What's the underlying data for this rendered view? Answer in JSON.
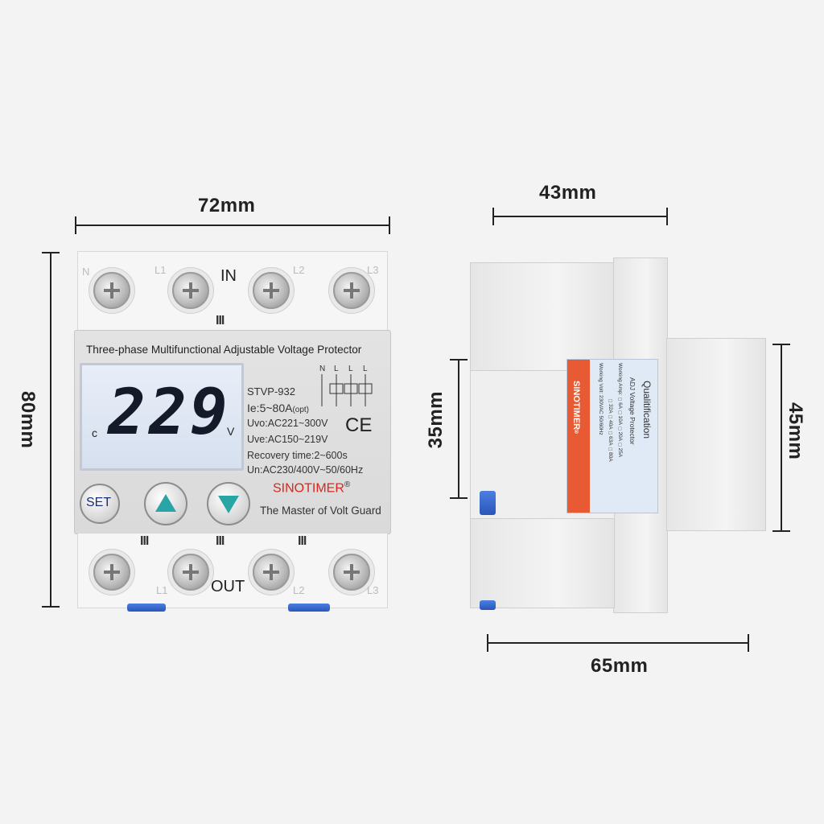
{
  "dimensions": {
    "front_width": "72mm",
    "front_height": "80mm",
    "side_top": "43mm",
    "side_left": "35mm",
    "side_right": "45mm",
    "side_bottom": "65mm"
  },
  "terminals": {
    "top_caption": "IN",
    "bottom_caption": "OUT",
    "top_labels": [
      "N",
      "L1",
      "L2",
      "L3"
    ],
    "bottom_labels": [
      "L1",
      "L2",
      "L3"
    ],
    "slot_mark": "III"
  },
  "panel": {
    "title": "Three-phase Multifunctional Adjustable Voltage Protector",
    "display": {
      "value": "229",
      "left_unit": "c",
      "right_unit": "V"
    },
    "specs": {
      "model": "STVP-932",
      "current_prefix": "Ie:5~80A",
      "current_suffix": "(opt)",
      "uvo": "Uvo:AC221~300V",
      "uve": "Uve:AC150~219V",
      "recovery": "Recovery time:2~600s",
      "un": "Un:AC230/400V~50/60Hz"
    },
    "wiring_labels": [
      "N",
      "L",
      "L",
      "L"
    ],
    "ce_mark": "CE",
    "brand": "SINOTIMER",
    "brand_mark": "®",
    "slogan": "The Master of Volt Guard",
    "buttons": {
      "set": "SET"
    }
  },
  "side_label": {
    "brand": "SINOTIMER",
    "brand_mark": "®",
    "heading": "Qualitification",
    "subheading": "ADJ Voltage Protector",
    "amp_label": "Working Amp:",
    "amp_row1": "□6A □10A □20A □25A",
    "amp_row2": "□32A □40A □63A □80A",
    "volt_label": "Working Volt:",
    "volt_value": "230VAC 50/60Hz"
  },
  "colors": {
    "accent_teal": "#29a5a6",
    "brand_red": "#d9261c",
    "clip_blue": "#2a55b9",
    "label_orange": "#e75a33"
  }
}
